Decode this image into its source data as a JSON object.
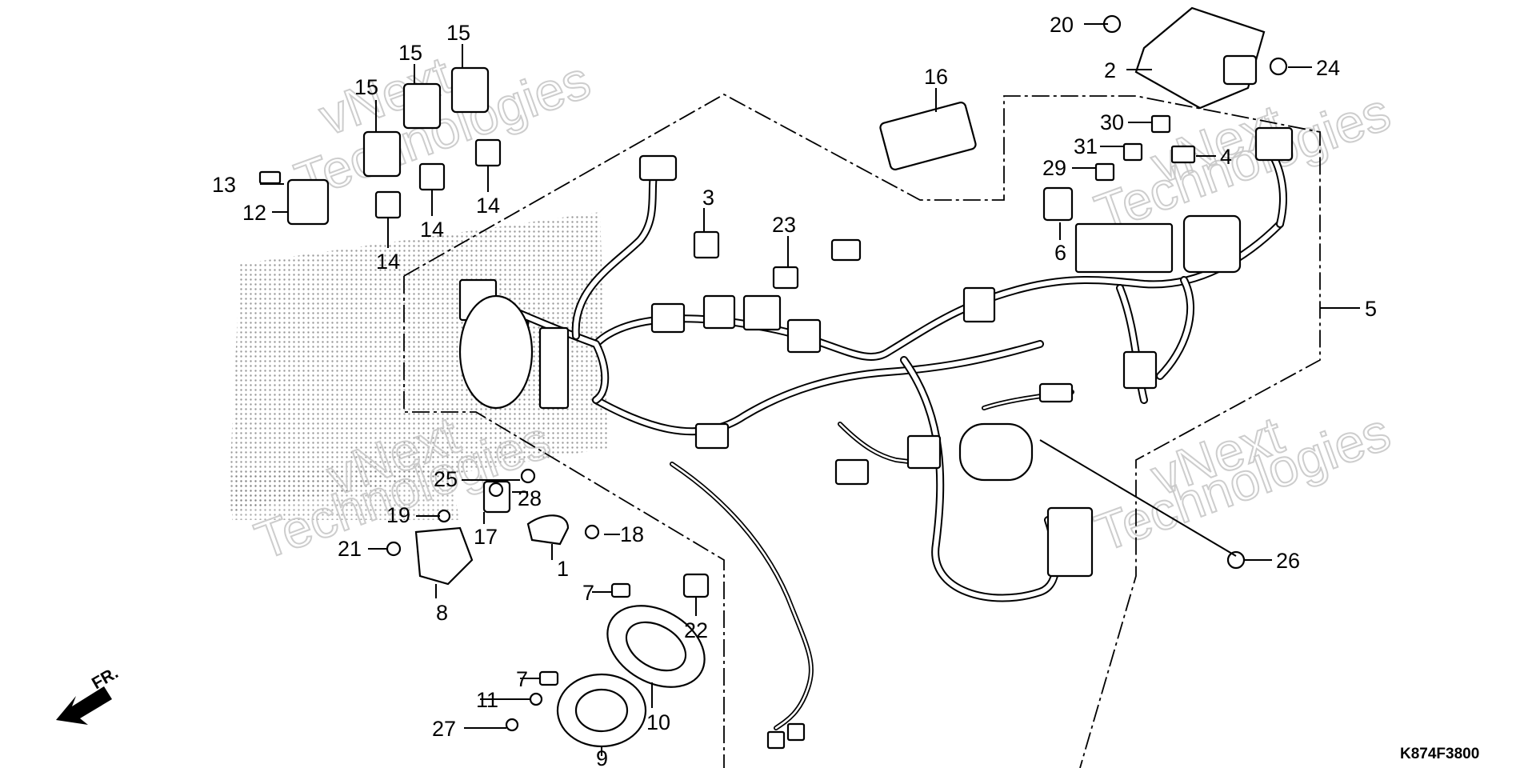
{
  "diagram": {
    "code": "K874F3800",
    "front_label": "FR.",
    "watermark": {
      "line1": "vNext",
      "line2": "Technologies"
    },
    "callouts": [
      "1",
      "2",
      "3",
      "4",
      "5",
      "6",
      "7",
      "8",
      "9",
      "10",
      "11",
      "12",
      "13",
      "14",
      "15",
      "16",
      "17",
      "18",
      "19",
      "20",
      "21",
      "22",
      "23",
      "24",
      "25",
      "26",
      "27",
      "28",
      "29",
      "30",
      "31"
    ]
  }
}
